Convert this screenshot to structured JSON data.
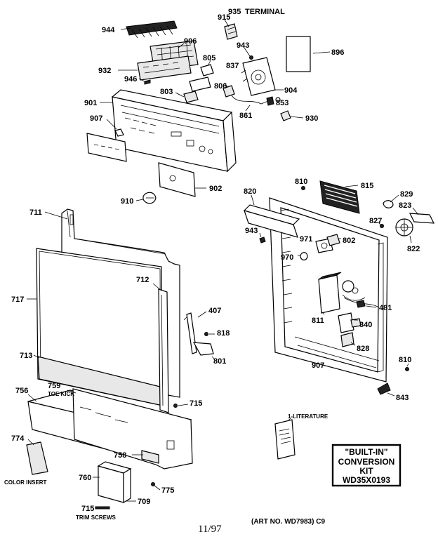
{
  "labels": {
    "p944": "944",
    "p915": "915",
    "p935": "935",
    "terminal": "TERMINAL",
    "p906": "906",
    "p943a": "943",
    "p896": "896",
    "p805": "805",
    "p837": "837",
    "p932": "932",
    "p946": "946",
    "p806": "806",
    "p904": "904",
    "p803": "803",
    "p901": "901",
    "p853": "853",
    "p861": "861",
    "p930": "930",
    "p907a": "907",
    "p810a": "810",
    "p815": "815",
    "p820": "820",
    "p829": "829",
    "p823": "823",
    "p902": "902",
    "p910": "910",
    "p711": "711",
    "p827": "827",
    "p943b": "943",
    "p822": "822",
    "p971": "971",
    "p802": "802",
    "p970": "970",
    "p712": "712",
    "p717": "717",
    "p407": "407",
    "p481": "481",
    "p811": "811",
    "p840": "840",
    "p818": "818",
    "p828": "828",
    "p713": "713",
    "p801": "801",
    "p907b": "907",
    "p810b": "810",
    "p756": "756",
    "p759": "759",
    "toe_kick": "TOE KICK",
    "p715a": "715",
    "p843": "843",
    "literature": "1-LITERATURE",
    "p774": "774",
    "p758": "758",
    "color_insert": "COLOR INSERT",
    "p760": "760",
    "p775": "775",
    "p709": "709",
    "p715b": "715",
    "trim_screws": "TRIM SCREWS"
  },
  "kit_box": {
    "line1": "\"BUILT-IN\"",
    "line2": "CONVERSION",
    "line3": "KIT",
    "line4": "WD35X0193"
  },
  "footer": {
    "date": "11/97",
    "art_no": "(ART NO. WD7983)  C9"
  }
}
